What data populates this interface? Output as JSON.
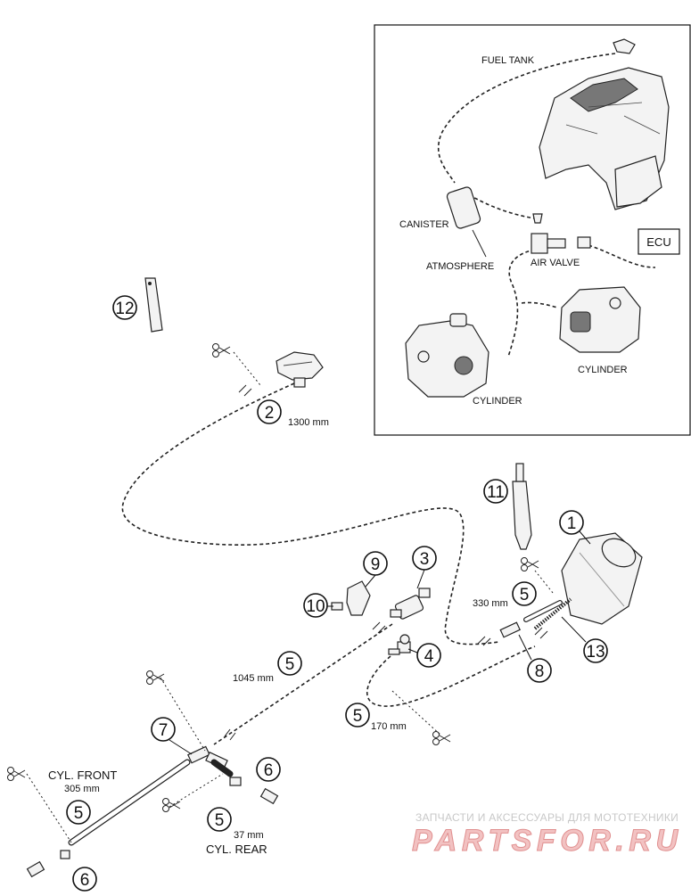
{
  "inset": {
    "labels": {
      "fuel_tank": "FUEL TANK",
      "canister": "CANISTER",
      "atmosphere": "ATMOSPHERE",
      "air_valve": "AIR VALVE",
      "ecu": "ECU",
      "cylinder_right": "CYLINDER",
      "cylinder_left": "CYLINDER"
    }
  },
  "callouts": [
    "1",
    "2",
    "3",
    "4",
    "5",
    "5",
    "5",
    "5",
    "5",
    "6",
    "6",
    "7",
    "8",
    "9",
    "10",
    "11",
    "12",
    "13"
  ],
  "dimensions": {
    "hose_2": "1300 mm",
    "hose_5_a": "1045 mm",
    "hose_5_b": "330 mm",
    "hose_5_c": "170 mm",
    "hose_5_d": "305 mm",
    "hose_5_e": "37 mm"
  },
  "text_labels": {
    "cyl_front": "CYL. FRONT",
    "cyl_rear": "CYL. REAR"
  },
  "watermark": {
    "line1": "ЗАПЧАСТИ И АКСЕССУАРЫ ДЛЯ МОТОТЕХНИКИ",
    "line2": "PARTSFOR.RU"
  }
}
